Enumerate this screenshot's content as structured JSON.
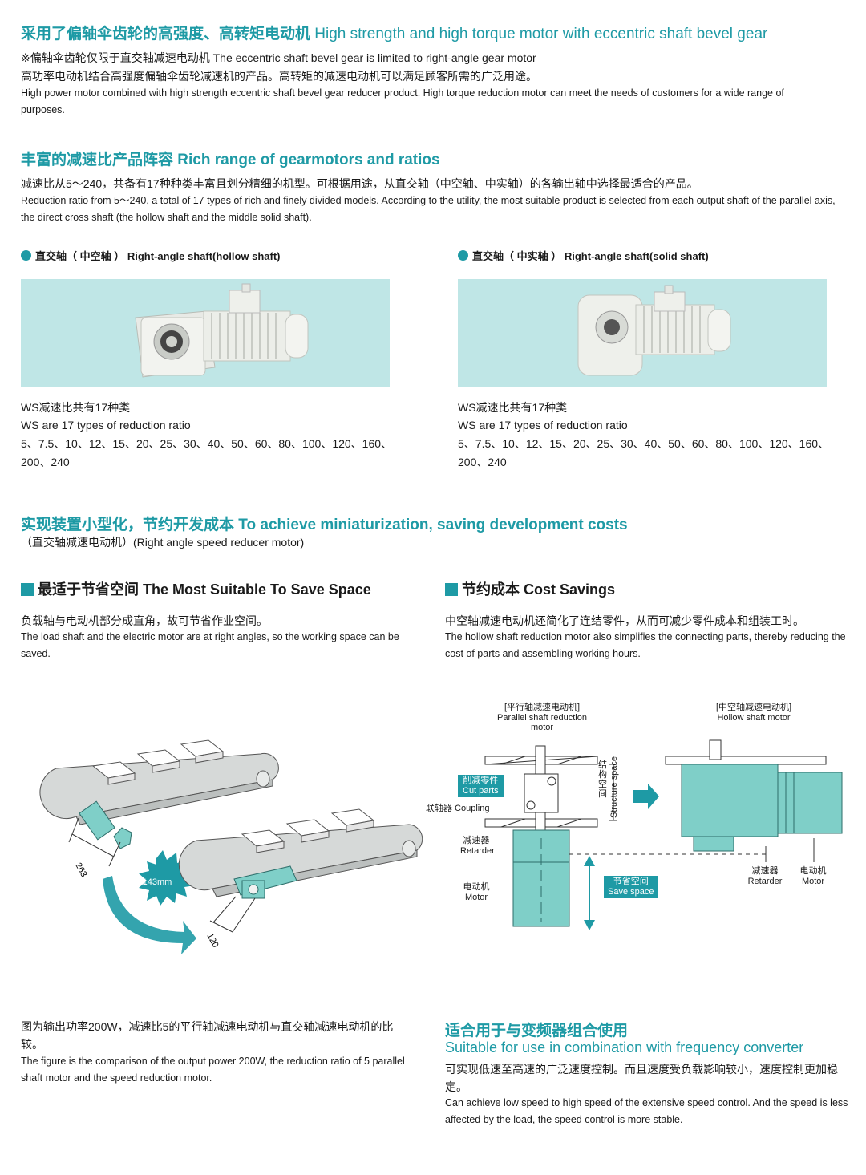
{
  "section1": {
    "title_cn": "采用了偏轴伞齿轮的高强度、高转矩电动机",
    "title_en": "High strength and high torque motor with eccentric shaft bevel gear",
    "note": "※偏轴伞齿轮仅限于直交轴减速电动机 The eccentric shaft bevel gear is limited to right-angle gear motor",
    "body_cn": "高功率电动机结合高强度偏轴伞齿轮减速机的产品。高转矩的减速电动机可以满足顾客所需的广泛用途。",
    "body_en": "High power motor combined with high strength eccentric shaft bevel gear reducer product. High torque reduction motor can meet the needs of customers for a wide range of purposes."
  },
  "section2": {
    "title_cn": "丰富的减速比产品阵容",
    "title_en": "Rich range of gearmotors and ratios",
    "body_cn": "减速比从5～240，共备有17种种类丰富且划分精细的机型。可根据用途，从直交轴（中空轴、中实轴）的各输出轴中选择最适合的产品。",
    "body_en": "Reduction ratio from 5～240, a total of 17 types of rich and finely divided models. According to the utility, the most suitable product is selected from each output shaft of the parallel axis, the direct cross shaft (the hollow shaft and the middle solid shaft).",
    "products": [
      {
        "label_cn": "直交轴（ 中空轴 ）",
        "label_en": "Right-angle shaft(hollow shaft)",
        "line1": "WS减速比共有17种类",
        "line2": "WS are 17 types of reduction ratio",
        "line3": "5、7.5、10、12、15、20、25、30、40、50、60、80、100、120、160、",
        "line4": "200、240"
      },
      {
        "label_cn": "直交轴（ 中实轴 ）",
        "label_en": "Right-angle shaft(solid shaft)",
        "line1": "WS减速比共有17种类",
        "line2": "WS are 17 types of reduction ratio",
        "line3": "5、7.5、10、12、15、20、25、30、40、50、60、80、100、120、160、",
        "line4": "200、240"
      }
    ]
  },
  "section3": {
    "title_cn": "实现装置小型化，节约开发成本",
    "title_en": "To achieve miniaturization, saving development costs",
    "subtitle": "（直交轴减速电动机）(Right angle speed reducer motor)",
    "left": {
      "heading_cn": "最适于节省空间",
      "heading_en": "The Most Suitable To Save Space",
      "body_cn": "负载轴与电动机部分成直角，故可节省作业空间。",
      "body_en": "The load shaft and the electric motor are at right angles, so the working space can be saved."
    },
    "right": {
      "heading_cn": "节约成本",
      "heading_en": "Cost Savings",
      "body_cn": "中空轴减速电动机还简化了连结零件，从而可减少零件成本和组装工时。",
      "body_en": "The hollow shaft reduction motor also simplifies the connecting parts, thereby reducing the cost of parts and assembling working hours."
    }
  },
  "figure_left": {
    "dim1": "263",
    "dim2": "-143mm",
    "dim3": "120"
  },
  "figure_right": {
    "parallel_cn": "[平行轴减速电动机]",
    "parallel_en": "Parallel shaft reduction motor",
    "hollow_cn": "[中空轴减速电动机]",
    "hollow_en": "Hollow shaft motor",
    "cut_cn": "削减零件",
    "cut_en": "Cut parts",
    "coupling": "联轴器 Coupling",
    "structure_cn": "结构空间",
    "structure_en": "Structure space",
    "retarder_cn": "减速器",
    "retarder_en": "Retarder",
    "motor_cn": "电动机",
    "motor_en": "Motor",
    "save_cn": "节省空间",
    "save_en": "Save space",
    "retarder2_cn": "减速器",
    "retarder2_en": "Retarder",
    "motor2_cn": "电动机",
    "motor2_en": "Motor"
  },
  "caption": {
    "cn": "图为输出功率200W，减速比5的平行轴减速电动机与直交轴减速电动机的比较。",
    "en": "The figure is the comparison of the output power 200W, the reduction ratio of 5 parallel shaft motor and the speed reduction motor."
  },
  "section4": {
    "title_cn": "适合用于与变频器组合使用",
    "title_en": "Suitable for use in combination with frequency converter",
    "body_cn": "可实现低速至高速的广泛速度控制。而且速度受负载影响较小，速度控制更加稳定。",
    "body_en": "Can achieve low speed to high speed of the extensive speed control. And the speed is less affected by the load, the speed control is more stable."
  },
  "colors": {
    "accent": "#1e9aa5",
    "photo_bg": "#bfe6e6",
    "motor_teal": "#7fcfc8"
  }
}
